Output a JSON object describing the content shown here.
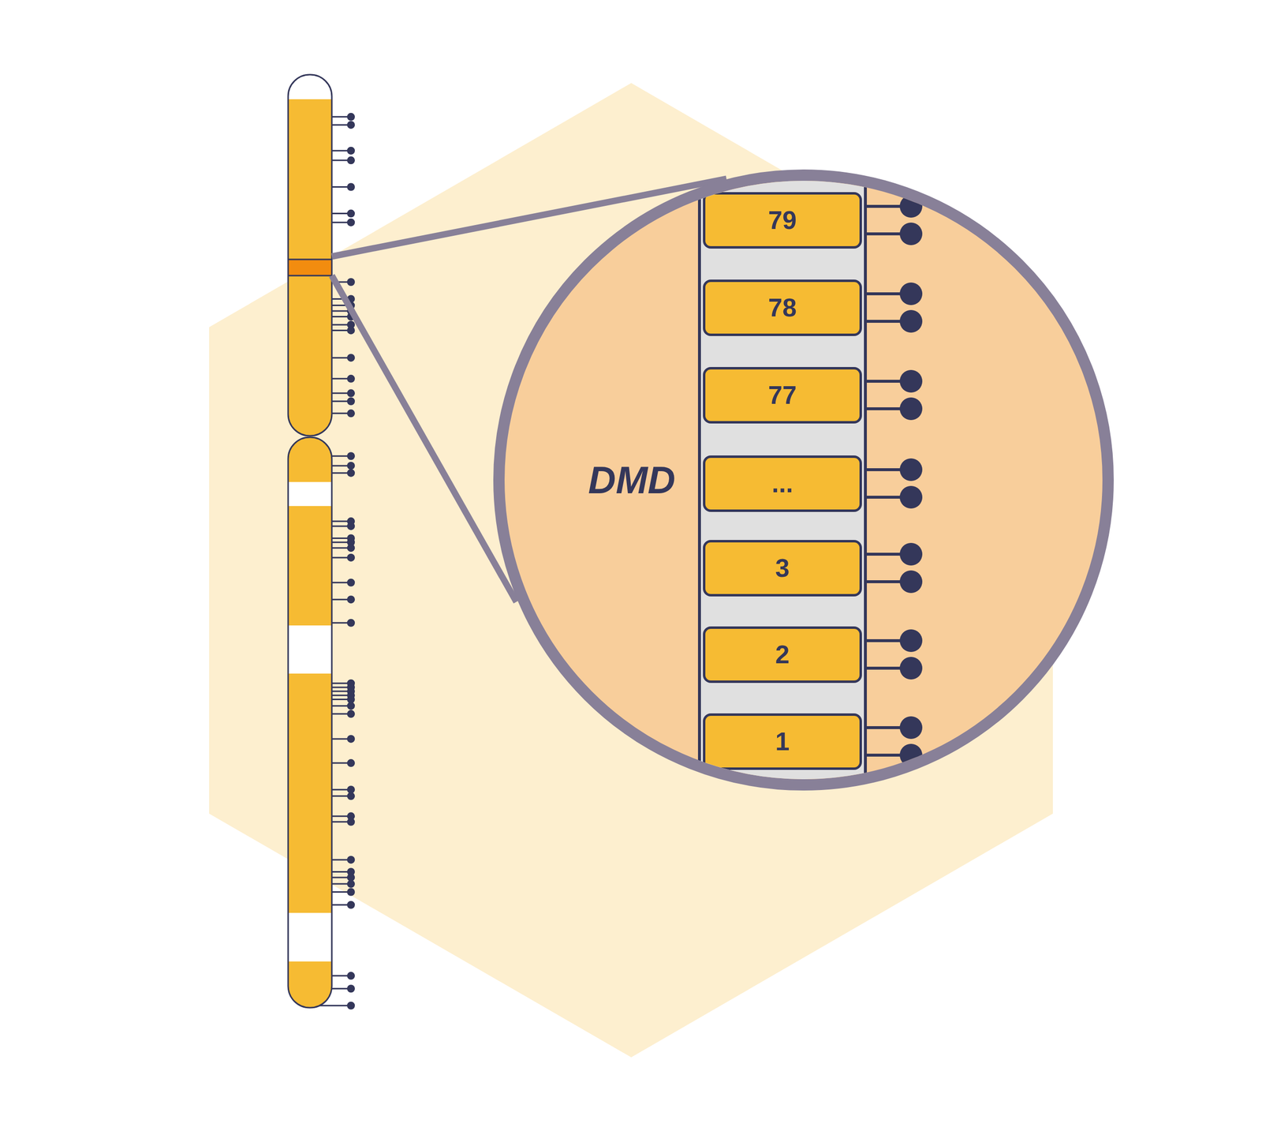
{
  "diagram": {
    "nodes": [
      {
        "text": [
          "DMD"
        ]
      },
      {
        "text": [
          "79"
        ],
        "in": 0
      },
      {
        "text": [
          "78"
        ],
        "in": 0
      },
      {
        "text": [
          "77"
        ],
        "in": 0
      },
      {
        "text": [
          "..."
        ],
        "in": 0
      },
      {
        "text": [
          "3"
        ],
        "in": 0
      },
      {
        "text": [
          "2"
        ],
        "in": 0
      },
      {
        "text": [
          "1"
        ],
        "in": 0
      }
    ]
  }
}
